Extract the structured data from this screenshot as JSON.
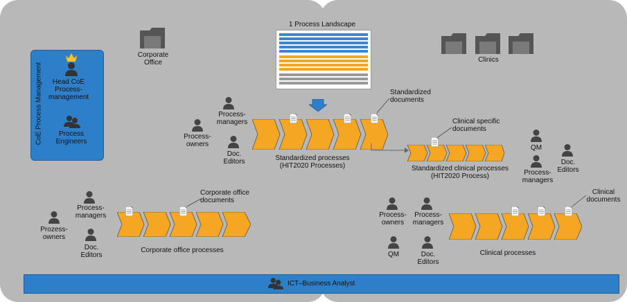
{
  "landscape": {
    "title": "1 Process Landscape"
  },
  "corporate_office": {
    "label": "Corporate\nOffice"
  },
  "clinics": {
    "label": "Clinics"
  },
  "coe": {
    "title": "CoE Process Management",
    "head_label": "Head CoE\nProcess-\nmanagement",
    "engineers_label": "Process\nEngineers"
  },
  "standardized": {
    "process_managers": "Process-\nmanagers",
    "process_owners": "Process-\nowners",
    "doc_editors": "Doc.\nEditors",
    "documents": "Standardized\ndocuments",
    "caption": "Standardized processes\n(HIT2020 Processes)"
  },
  "clinical_standard": {
    "documents": "Clinical specific\ndocuments",
    "caption": "Standardized clinical processes\n(HIT2020 Process)",
    "qm": "QM",
    "process_managers": "Process-\nmanagers",
    "doc_editors": "Doc.\nEditors"
  },
  "corporate": {
    "process_managers": "Process-\nmanagers",
    "process_owners": "Prozess-\nowners",
    "doc_editors": "Doc.\nEditors",
    "documents": "Corporate office\ndocuments",
    "caption": "Corporate office processes"
  },
  "clinical": {
    "process_owners": "Process-\nowners",
    "process_managers": "Process-\nmanagers",
    "qm": "QM",
    "doc_editors": "Doc.\nEditors",
    "documents": "Clinical\ndocuments",
    "caption": "Clinical processes"
  },
  "ict": {
    "label": "ICT–Business Analyst"
  },
  "colors": {
    "panel": "#b8b8b8",
    "chevron": "#f5a623",
    "blue": "#2e7fc9",
    "icon": "#4a4a4a"
  }
}
